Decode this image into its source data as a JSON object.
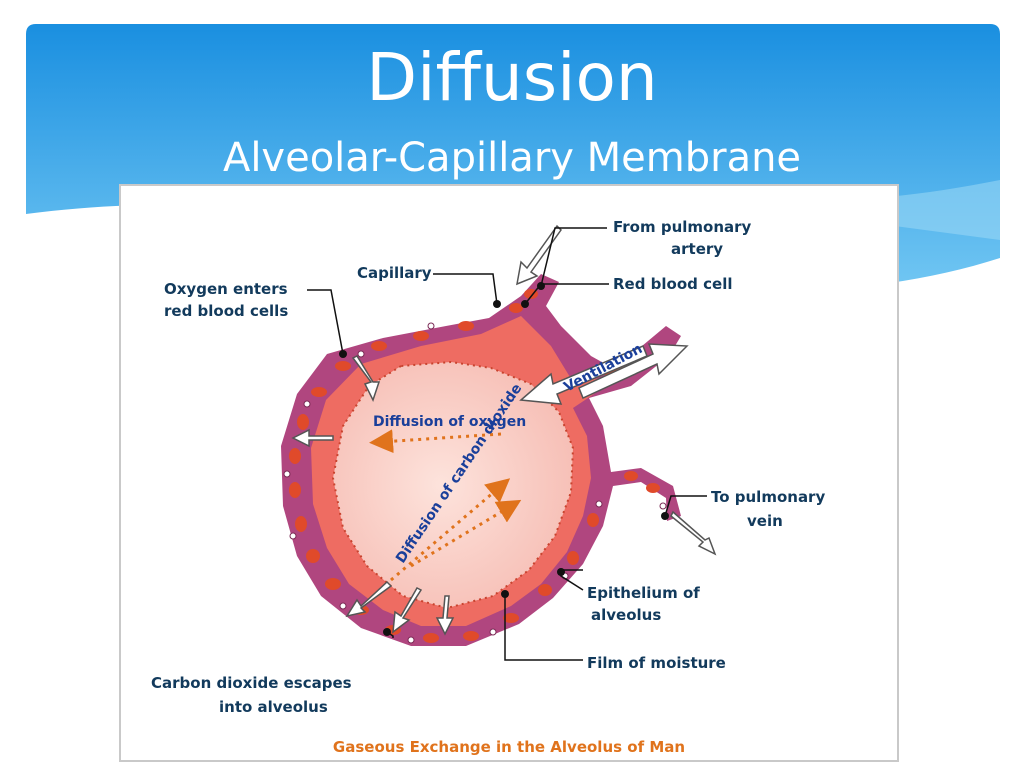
{
  "slide": {
    "title": "Diffusion",
    "subtitle": "Alveolar-Capillary Membrane"
  },
  "diagram": {
    "caption": "Gaseous Exchange in the Alveolus of Man",
    "labels": {
      "from_pulmonary_artery_1": "From pulmonary",
      "from_pulmonary_artery_2": "artery",
      "capillary": "Capillary",
      "red_blood_cell": "Red blood cell",
      "oxygen_enters_1": "Oxygen enters",
      "oxygen_enters_2": "red blood cells",
      "ventilation": "Ventilation",
      "diffusion_oxygen": "Diffusion of oxygen",
      "diffusion_co2": "Diffusion of carbon dioxide",
      "to_pulmonary_vein_1": "To pulmonary",
      "to_pulmonary_vein_2": "vein",
      "epithelium_1": "Epithelium of",
      "epithelium_2": "alveolus",
      "film_of_moisture": "Film of moisture",
      "co2_escapes_1": "Carbon dioxide escapes",
      "co2_escapes_2": "into alveolus"
    }
  },
  "colors": {
    "banner_top": "#1a8fe0",
    "banner_bottom": "#6cc3f2",
    "capillary_blood": "#b0467f",
    "alveolar_wall": "#ee6c62",
    "red_cell": "#e04a2a",
    "alveolus_fill": "#f9c9c2",
    "label_text": "#123a5c",
    "caption_text": "#e0731c"
  }
}
